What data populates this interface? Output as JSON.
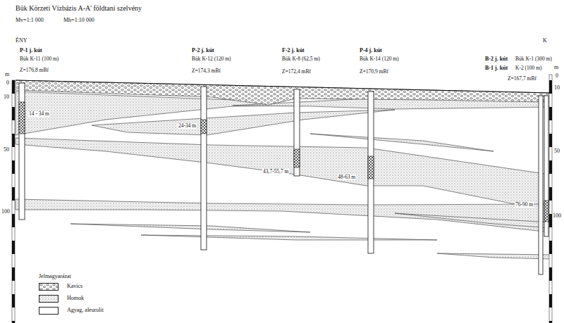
{
  "diagram": {
    "title": "Bük Körzeti Vízbázis A-A' földtani szelvény",
    "labels": [
      "Mv=1:1 000",
      "Mh=1:10 000",
      "ÉNY",
      "K",
      "P-1 j. kút",
      "Bük K-11 (100 m)",
      "Z=176,8 mBf",
      "P-2 j. kút",
      "Bük K-12 (120 m)",
      "Z=174,3 mBf",
      "F-2 j. kút",
      "Bük K-8 (62,5 m)",
      "Z=172,4 mBf",
      "P-4 j. kút",
      "Bük K-14 (120 m)",
      "Z=170,9 mBf",
      "B-2 j. kút",
      "Bük K-1 (300 m)",
      "B-1 j. kút",
      "K-2 (100 m)",
      "Z=167,7 mBf",
      "m",
      "0",
      "10",
      "50",
      "100",
      "m",
      "0",
      "10",
      "50",
      "100",
      "14 - 34 m",
      "24-34 m",
      "43,7-55,7 m",
      "48-63 m",
      "76-90 m",
      "Jelmagyarázat"
    ],
    "legend": [
      {
        "text": "Kavics"
      },
      {
        "text": "Homok"
      },
      {
        "text": "Agyag, aleurolit",
        "color": "#ffffff"
      }
    ]
  }
}
